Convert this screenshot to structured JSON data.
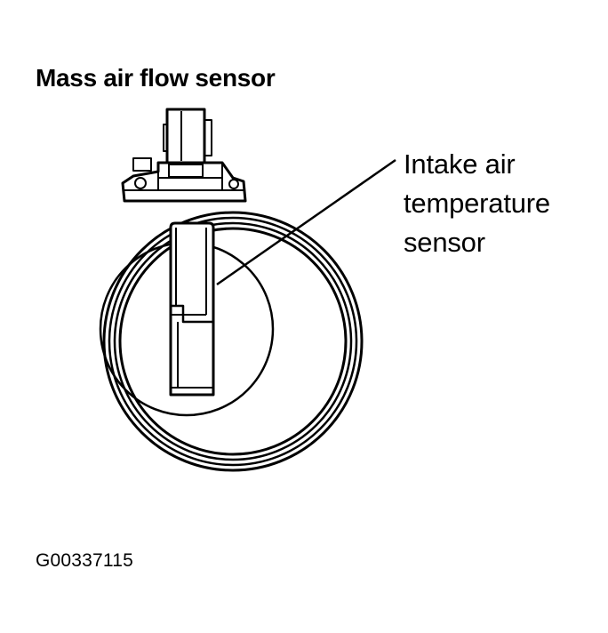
{
  "diagram": {
    "title": "Mass air flow sensor",
    "callout": {
      "lines": [
        "Intake air",
        "temperature",
        "sensor"
      ]
    },
    "figure_code": "G00337115"
  },
  "colors": {
    "ink": "#000000",
    "paper": "#ffffff"
  }
}
